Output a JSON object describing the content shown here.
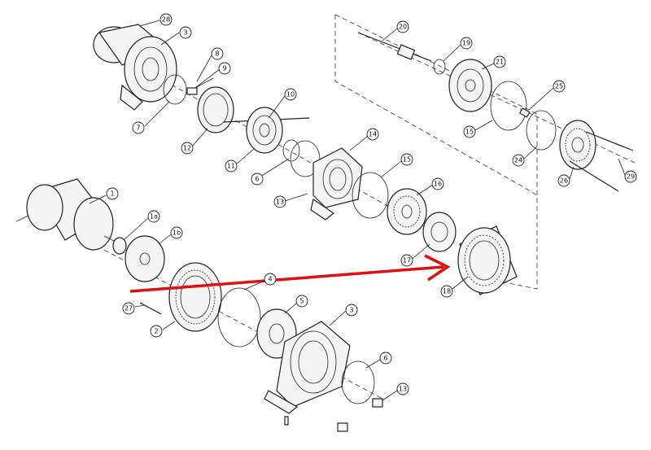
{
  "diagram": {
    "accent_color": "#e01010",
    "callouts": [
      {
        "id": "c28",
        "label": "28"
      },
      {
        "id": "c3a",
        "label": "3"
      },
      {
        "id": "c8",
        "label": "8"
      },
      {
        "id": "c9",
        "label": "9"
      },
      {
        "id": "c7",
        "label": "7"
      },
      {
        "id": "c10",
        "label": "10"
      },
      {
        "id": "c12",
        "label": "12"
      },
      {
        "id": "c11",
        "label": "11"
      },
      {
        "id": "c6a",
        "label": "6"
      },
      {
        "id": "c14",
        "label": "14"
      },
      {
        "id": "c13a",
        "label": "13"
      },
      {
        "id": "c15a",
        "label": "15"
      },
      {
        "id": "c16",
        "label": "16"
      },
      {
        "id": "c17",
        "label": "17"
      },
      {
        "id": "c18",
        "label": "18"
      },
      {
        "id": "c20",
        "label": "20"
      },
      {
        "id": "c19",
        "label": "19"
      },
      {
        "id": "c21",
        "label": "21"
      },
      {
        "id": "c25",
        "label": "25"
      },
      {
        "id": "c15b",
        "label": "15"
      },
      {
        "id": "c24",
        "label": "24"
      },
      {
        "id": "c26",
        "label": "26"
      },
      {
        "id": "c29",
        "label": "29"
      },
      {
        "id": "c1",
        "label": "1"
      },
      {
        "id": "c1a",
        "label": "1a"
      },
      {
        "id": "c1b",
        "label": "1b"
      },
      {
        "id": "c4",
        "label": "4"
      },
      {
        "id": "c27",
        "label": "27"
      },
      {
        "id": "c2",
        "label": "2"
      },
      {
        "id": "c5",
        "label": "5"
      },
      {
        "id": "c3b",
        "label": "3"
      },
      {
        "id": "c6b",
        "label": "6"
      },
      {
        "id": "c13b",
        "label": "13"
      }
    ]
  }
}
